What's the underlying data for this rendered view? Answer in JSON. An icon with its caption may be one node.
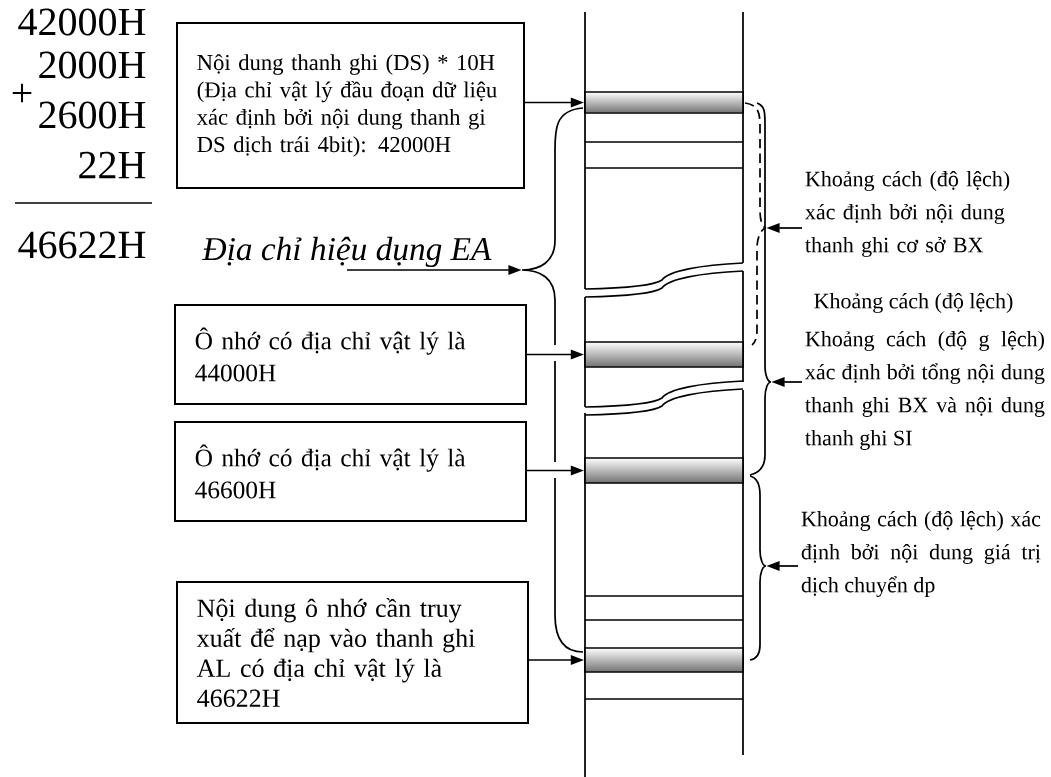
{
  "diagram": {
    "nodes": [
      {
        "text": [
          "Nội dung thanh ghi (DS) * 10H (Địa chỉ vật lý đầu đoạn dữ liệu xác định bởi nội dung thanh gi DS dịch trái 4bit): 42000H"
        ]
      },
      {
        "text": [
          "Ô nhớ có địa chỉ vật lý là 44000H"
        ]
      },
      {
        "text": [
          "Ô nhớ có địa chỉ vật lý là 46600H"
        ]
      },
      {
        "text": [
          "Nội dung ô nhớ cần truy xuất để nạp vào thanh ghi AL có địa chỉ vật lý là 46622H"
        ]
      },
      {
        "text": [],
        "shape": "bar"
      },
      {
        "text": [],
        "shape": "bar"
      },
      {
        "text": [],
        "shape": "bar"
      },
      {
        "text": [],
        "shape": "bar"
      },
      {
        "text": [
          "*Địa chỉ hiệu dụng EA*"
        ]
      },
      {
        "text": [
          "Khoảng cách (độ lệch) xác định bởi nội dung thanh ghi cơ sở BX"
        ]
      },
      {
        "text": [
          "Khoảng cách (độ g lệch) xác định bởi tổng nội dung thanh ghi BX và nội dung thanh ghi SI"
        ]
      },
      {
        "text": [
          "Khoảng cách (độ lệch) xác định bởi nội dung giá trị dịch chuyển dp"
        ]
      },
      {
        "text": [],
        "shape": "brace"
      },
      {
        "text": [],
        "shape": "brace"
      },
      {
        "text": [],
        "shape": "brace"
      },
      {
        "text": [],
        "shape": "brace"
      }
    ],
    "edges": [
      {
        "from": 0,
        "to": 4,
        "arrow": "to"
      },
      {
        "from": 1,
        "to": 5,
        "arrow": "to"
      },
      {
        "from": 2,
        "to": 6,
        "arrow": "to"
      },
      {
        "from": 3,
        "to": 7,
        "arrow": "to"
      },
      {
        "from": 8,
        "to": 12,
        "arrow": "to"
      },
      {
        "from": 9,
        "to": 13,
        "arrow": "to"
      },
      {
        "from": 10,
        "to": 14,
        "arrow": "to"
      },
      {
        "from": 11,
        "to": 15,
        "arrow": "to"
      }
    ],
    "labels": [
      "42000H",
      "+",
      "2000H",
      "2600H",
      "22H",
      "46622H",
      "Khoảng cách (độ lệch)"
    ]
  }
}
